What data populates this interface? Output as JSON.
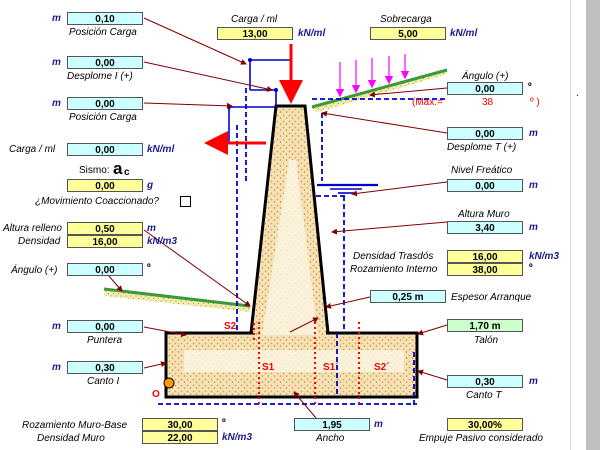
{
  "units": {
    "m": "m",
    "kn_ml": "kN/ml",
    "kn_m3": "kN/m3",
    "deg": "º",
    "g": "g",
    "pct": "%"
  },
  "posicion_carga": {
    "value": "0,10",
    "label": "Posición Carga"
  },
  "carga_ml_top": {
    "label": "Carga / ml",
    "value": "13,00"
  },
  "sobrecarga": {
    "label": "Sobrecarga",
    "value": "5,00"
  },
  "desplome_i": {
    "value": "0,00",
    "label": "Desplome I (+)"
  },
  "angulo_top": {
    "label": "Ángulo (+)",
    "value": "0,00",
    "max_label": "(Max.=",
    "max_value": "38",
    "max_close": "º )"
  },
  "posicion_carga_2": {
    "value": "0,00",
    "label": "Posición Carga"
  },
  "desplome_t": {
    "value": "0,00",
    "label": "Desplome T (+)"
  },
  "carga_ml_left": {
    "label": "Carga / ml",
    "value": "0,00"
  },
  "sismo": {
    "label": "Sismo:",
    "symbol": "a",
    "sub": "c",
    "value": "0,00"
  },
  "movimiento": {
    "label": "¿Movimiento Coaccionado?"
  },
  "nivel_freatico": {
    "label": "Nivel Freático",
    "value": "0,00"
  },
  "altura_relleno": {
    "label": "Altura relleno",
    "value": "0,50"
  },
  "densidad": {
    "label": "Densidad",
    "value": "16,00"
  },
  "altura_muro": {
    "label": "Altura Muro",
    "value": "3,40"
  },
  "angulo_left": {
    "label": "Ángulo (+)",
    "value": "0,00"
  },
  "densidad_trasdos": {
    "label": "Densidad Trasdós",
    "value": "16,00"
  },
  "rozamiento_interno": {
    "label": "Rozamiento Interno",
    "value": "38,00"
  },
  "espesor_arranque": {
    "label": "Espesor Arranque",
    "value": "0,25 m"
  },
  "puntera": {
    "value": "0,00",
    "label": "Puntera"
  },
  "talon": {
    "value": "1,70 m",
    "label": "Talón"
  },
  "canto_i": {
    "value": "0,30",
    "label": "Canto I"
  },
  "canto_t": {
    "value": "0,30",
    "label": "Canto T"
  },
  "rozamiento_base": {
    "label": "Rozamiento Muro-Base",
    "value": "30,00"
  },
  "densidad_muro": {
    "label": "Densidad Muro",
    "value": "22,00"
  },
  "ancho": {
    "value": "1,95",
    "label": "Ancho"
  },
  "empuje_pasivo": {
    "value": "30,00%",
    "label": "Empuje Pasivo considerado"
  },
  "sections": {
    "s1": "S1",
    "s1p": "S1´",
    "s2": "S2",
    "s2p": "S2´",
    "origin": "O"
  },
  "misc": {
    "dot": "."
  },
  "colors": {
    "cyan_cell": "#ccffff",
    "yellow_cell": "#ffff99",
    "green_cell": "#ccffcc",
    "concrete_fill": "#f3d9a4",
    "load_arrow": "#ff0000",
    "surcharge_arrows": "#ff00ff",
    "terrain": "#3a9a3a",
    "dashed": "#0000cc",
    "leader": "#800000"
  }
}
